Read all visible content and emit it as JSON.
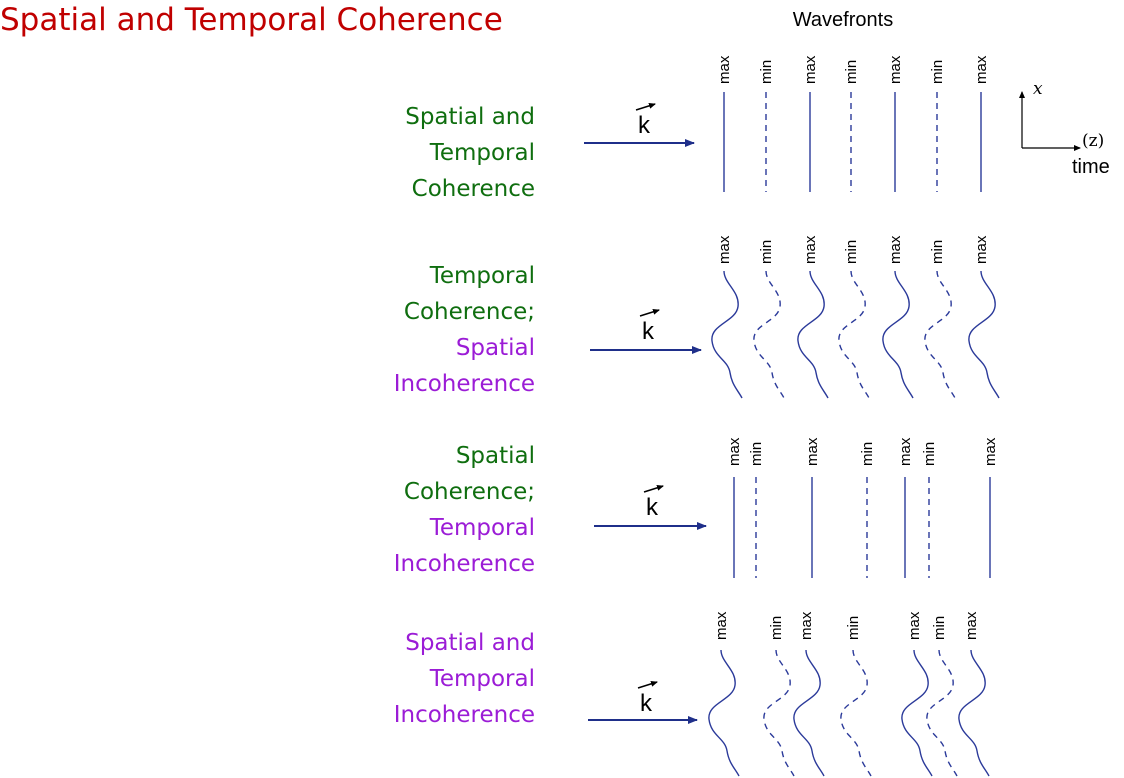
{
  "title": "Spatial and Temporal Coherence",
  "wavefronts_title": "Wavefronts",
  "k_label": "k",
  "axes": {
    "x": "x",
    "z": "(z)",
    "time": "time"
  },
  "colors": {
    "title": "#c00000",
    "coherent": "#0f6e0f",
    "incoherent": "#9b1cd6",
    "line": "#2b3a9a",
    "arrow": "#1f2f8a"
  },
  "rows": [
    {
      "lines": [
        {
          "text": "Spatial and",
          "color": "coherent"
        },
        {
          "text": "Temporal",
          "color": "coherent"
        },
        {
          "text": "Coherence",
          "color": "coherent"
        }
      ],
      "wavefronts": [
        {
          "label": "max",
          "kind": "solid"
        },
        {
          "label": "min",
          "kind": "dashed"
        },
        {
          "label": "max",
          "kind": "solid"
        },
        {
          "label": "min",
          "kind": "dashed"
        },
        {
          "label": "max",
          "kind": "solid"
        },
        {
          "label": "min",
          "kind": "dashed"
        },
        {
          "label": "max",
          "kind": "solid"
        }
      ]
    },
    {
      "lines": [
        {
          "text": "Temporal",
          "color": "coherent"
        },
        {
          "text": "Coherence;",
          "color": "coherent"
        },
        {
          "text": "Spatial",
          "color": "incoherent"
        },
        {
          "text": "Incoherence",
          "color": "incoherent"
        }
      ],
      "wavefronts": [
        {
          "label": "max",
          "kind": "solid"
        },
        {
          "label": "min",
          "kind": "dashed"
        },
        {
          "label": "max",
          "kind": "solid"
        },
        {
          "label": "min",
          "kind": "dashed"
        },
        {
          "label": "max",
          "kind": "solid"
        },
        {
          "label": "min",
          "kind": "dashed"
        },
        {
          "label": "max",
          "kind": "solid"
        }
      ]
    },
    {
      "lines": [
        {
          "text": "Spatial",
          "color": "coherent"
        },
        {
          "text": "Coherence;",
          "color": "coherent"
        },
        {
          "text": "Temporal",
          "color": "incoherent"
        },
        {
          "text": "Incoherence",
          "color": "incoherent"
        }
      ],
      "wavefronts": [
        {
          "label": "max",
          "kind": "solid"
        },
        {
          "label": "min",
          "kind": "dashed"
        },
        {
          "label": "max",
          "kind": "solid"
        },
        {
          "label": "min",
          "kind": "dashed"
        },
        {
          "label": "max",
          "kind": "solid"
        },
        {
          "label": "min",
          "kind": "dashed"
        },
        {
          "label": "max",
          "kind": "solid"
        }
      ]
    },
    {
      "lines": [
        {
          "text": "Spatial and",
          "color": "incoherent"
        },
        {
          "text": "Temporal",
          "color": "incoherent"
        },
        {
          "text": "Incoherence",
          "color": "incoherent"
        }
      ],
      "wavefronts": [
        {
          "label": "max",
          "kind": "solid"
        },
        {
          "label": "min",
          "kind": "dashed"
        },
        {
          "label": "max",
          "kind": "solid"
        },
        {
          "label": "min",
          "kind": "dashed"
        },
        {
          "label": "max",
          "kind": "solid"
        },
        {
          "label": "min",
          "kind": "dashed"
        },
        {
          "label": "max",
          "kind": "solid"
        }
      ]
    }
  ]
}
